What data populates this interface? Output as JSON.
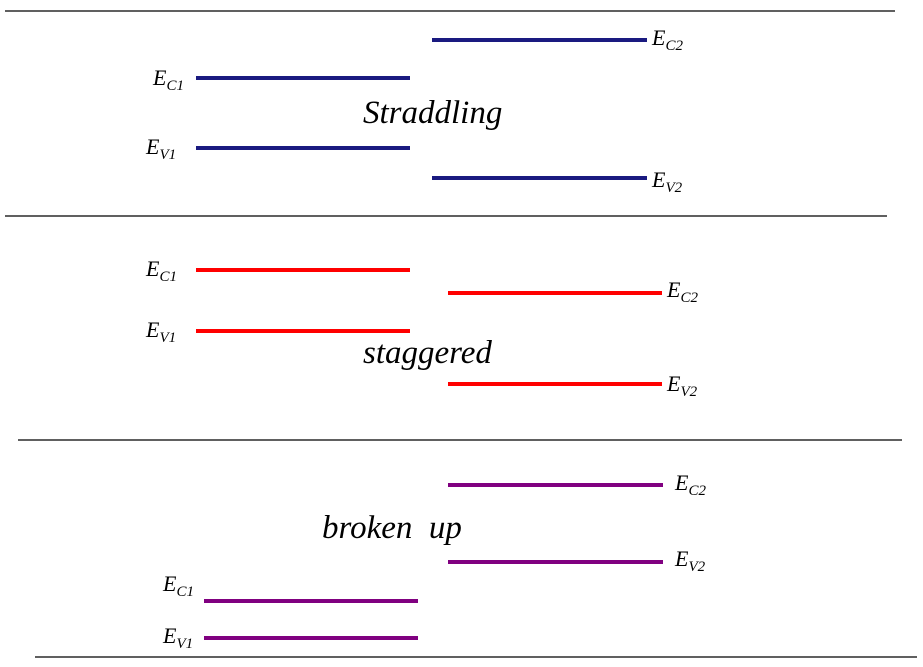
{
  "colors": {
    "straddling": "#1a1a80",
    "staggered": "#ff0000",
    "broken_up": "#800080",
    "separator": "#000000"
  },
  "panels": [
    {
      "title": "Straddling",
      "color_key": "straddling",
      "labels": {
        "ec1": {
          "base": "E",
          "sub": "C1"
        },
        "ev1": {
          "base": "E",
          "sub": "V1"
        },
        "ec2": {
          "base": "E",
          "sub": "C2"
        },
        "ev2": {
          "base": "E",
          "sub": "V2"
        }
      }
    },
    {
      "title": "staggered",
      "color_key": "staggered",
      "labels": {
        "ec1": {
          "base": "E",
          "sub": "C1"
        },
        "ev1": {
          "base": "E",
          "sub": "V1"
        },
        "ec2": {
          "base": "E",
          "sub": "C2"
        },
        "ev2": {
          "base": "E",
          "sub": "V2"
        }
      }
    },
    {
      "title": "broken  up",
      "color_key": "broken_up",
      "labels": {
        "ec1": {
          "base": "E",
          "sub": "C1"
        },
        "ev1": {
          "base": "E",
          "sub": "V1"
        },
        "ec2": {
          "base": "E",
          "sub": "C2"
        },
        "ev2": {
          "base": "E",
          "sub": "V2"
        }
      }
    }
  ]
}
